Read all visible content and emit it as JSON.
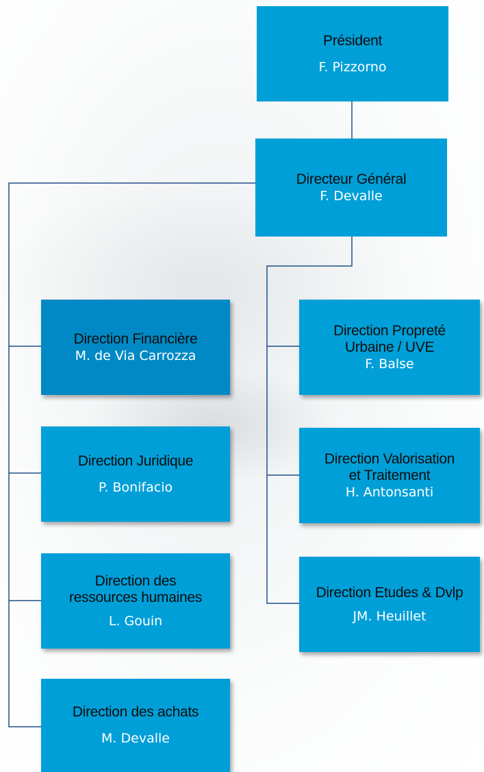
{
  "org_chart": {
    "president": {
      "title": "Président",
      "name": "F. Pizzorno"
    },
    "directeur_general": {
      "title": "Directeur Général",
      "name": "F. Devalle"
    },
    "left_directions": [
      {
        "title": "Direction Financière",
        "name": "M. de Via Carrozza"
      },
      {
        "title": "Direction Juridique",
        "name": "P. Bonifacio"
      },
      {
        "title": "Direction des ressources humaines",
        "name": "L. Gouin"
      },
      {
        "title": "Direction des achats",
        "name": "M. Devalle"
      }
    ],
    "right_directions": [
      {
        "title": "Direction Propreté Urbaine / UVE",
        "name": "F. Balse"
      },
      {
        "title": "Direction Valorisation et Traitement",
        "name": "H. Antonsanti"
      },
      {
        "title": "Direction Etudes & Dvlp",
        "name": "JM. Heuillet"
      }
    ]
  },
  "colors": {
    "box_light": "#009fd8",
    "box_dark": "#0089c4",
    "title_text": "#0d0d0d",
    "name_text": "#ffffff",
    "connector": "#1f4f8a"
  }
}
